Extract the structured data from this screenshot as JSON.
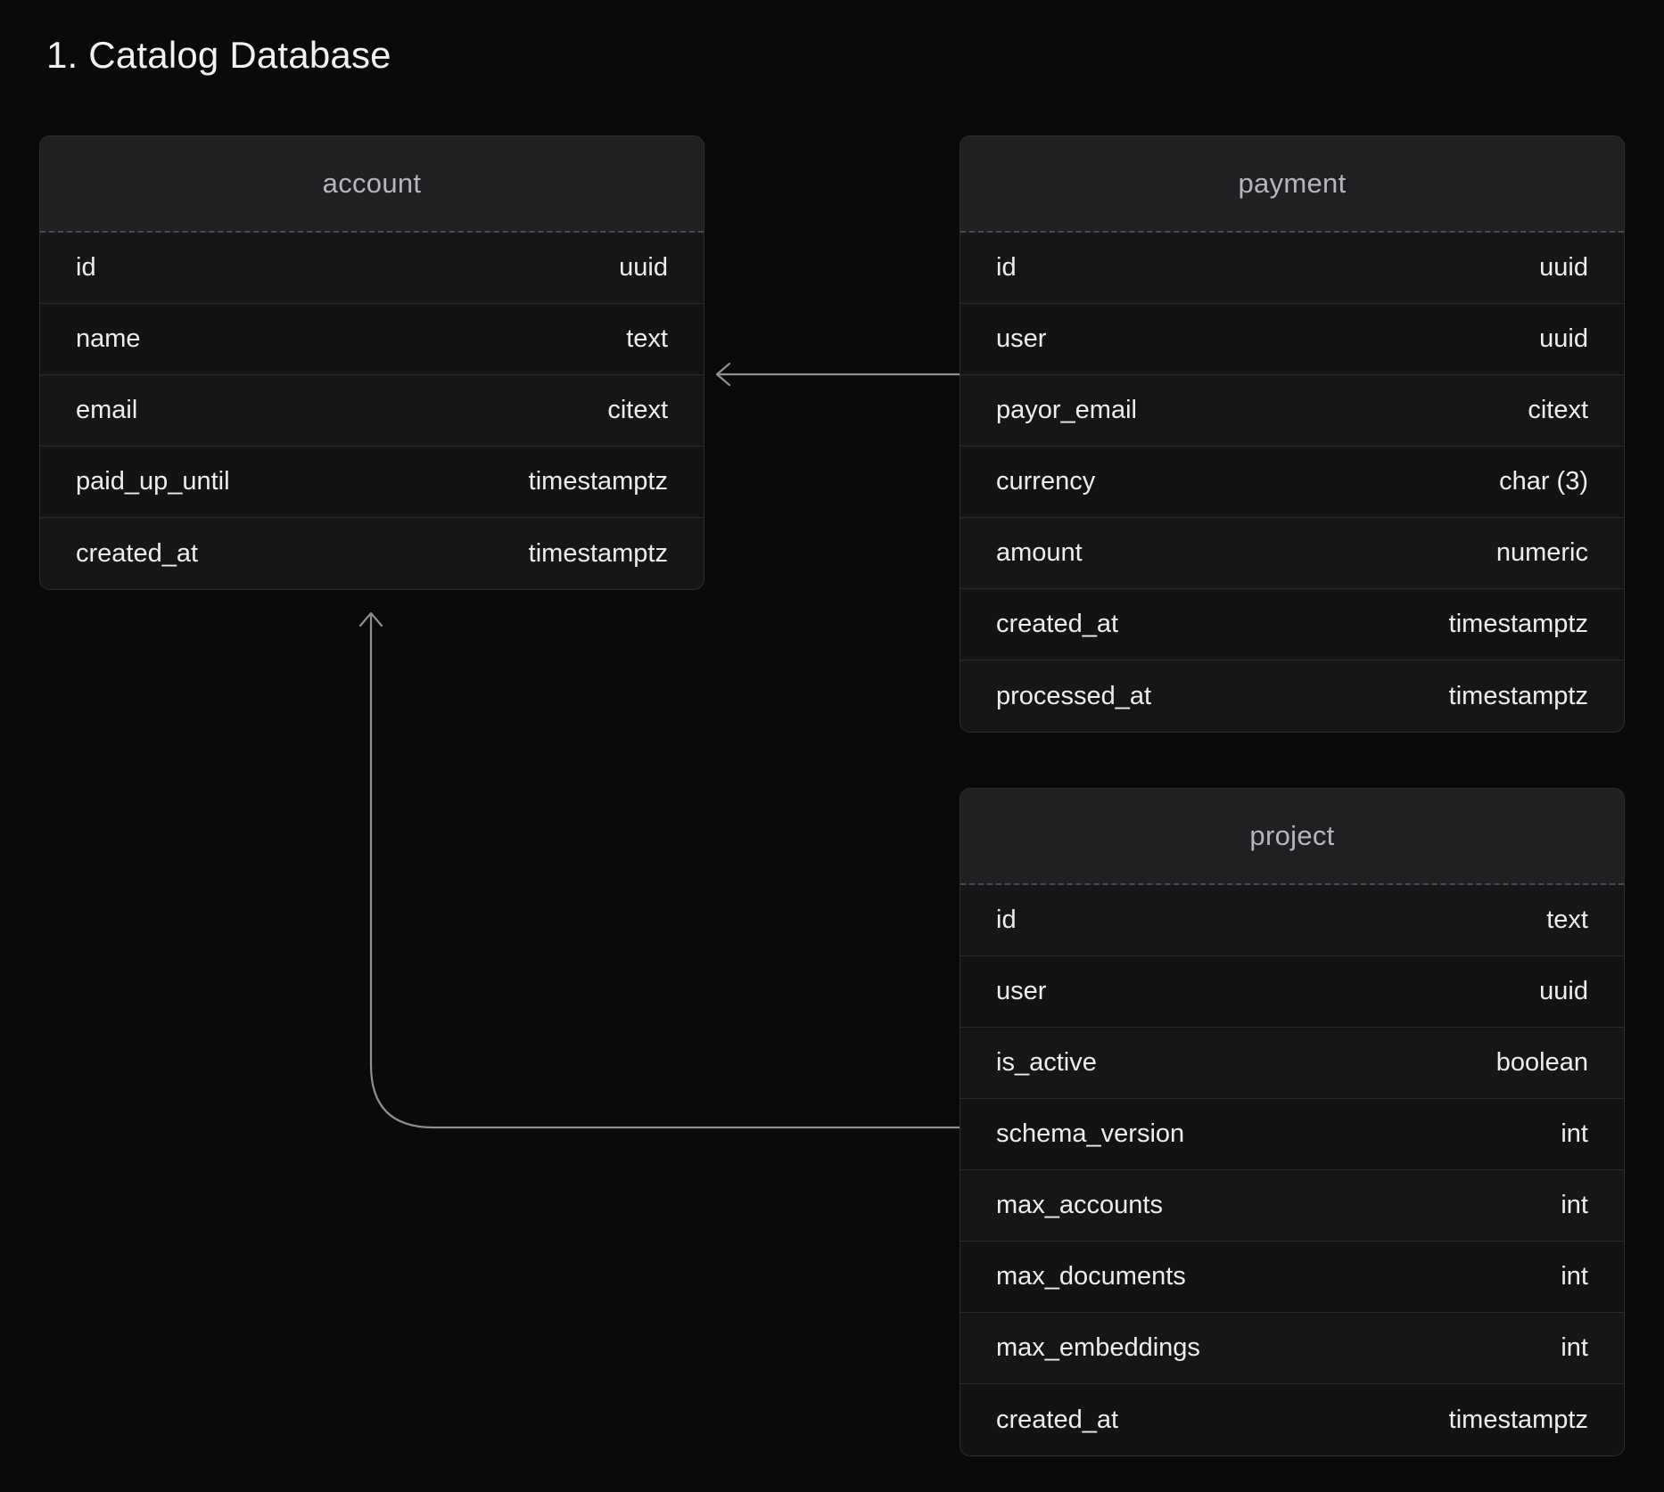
{
  "page": {
    "title": "1. Catalog Database",
    "background_color": "#0a0a0a",
    "accent_color": "#9a9a9e"
  },
  "entities": [
    {
      "name": "account",
      "fields": [
        {
          "name": "id",
          "type": "uuid"
        },
        {
          "name": "name",
          "type": "text"
        },
        {
          "name": "email",
          "type": "citext"
        },
        {
          "name": "paid_up_until",
          "type": "timestamptz"
        },
        {
          "name": "created_at",
          "type": "timestamptz"
        }
      ]
    },
    {
      "name": "payment",
      "fields": [
        {
          "name": "id",
          "type": "uuid"
        },
        {
          "name": "user",
          "type": "uuid"
        },
        {
          "name": "payor_email",
          "type": "citext"
        },
        {
          "name": "currency",
          "type": "char (3)"
        },
        {
          "name": "amount",
          "type": "numeric"
        },
        {
          "name": "created_at",
          "type": "timestamptz"
        },
        {
          "name": "processed_at",
          "type": "timestamptz"
        }
      ]
    },
    {
      "name": "project",
      "fields": [
        {
          "name": "id",
          "type": "text"
        },
        {
          "name": "user",
          "type": "uuid"
        },
        {
          "name": "is_active",
          "type": "boolean"
        },
        {
          "name": "schema_version",
          "type": "int"
        },
        {
          "name": "max_accounts",
          "type": "int"
        },
        {
          "name": "max_documents",
          "type": "int"
        },
        {
          "name": "max_embeddings",
          "type": "int"
        },
        {
          "name": "created_at",
          "type": "timestamptz"
        }
      ]
    }
  ],
  "relationships": [
    {
      "name": "payment-user-to-account",
      "from_entity": "payment",
      "from_field": "user",
      "to_entity": "account",
      "to_field": "email",
      "style": "straight",
      "arrow": "left"
    },
    {
      "name": "project-user-to-account",
      "from_entity": "project",
      "from_field": "schema_version",
      "to_entity": "account",
      "to_field": "created_at",
      "style": "elbow",
      "arrow": "up"
    }
  ]
}
